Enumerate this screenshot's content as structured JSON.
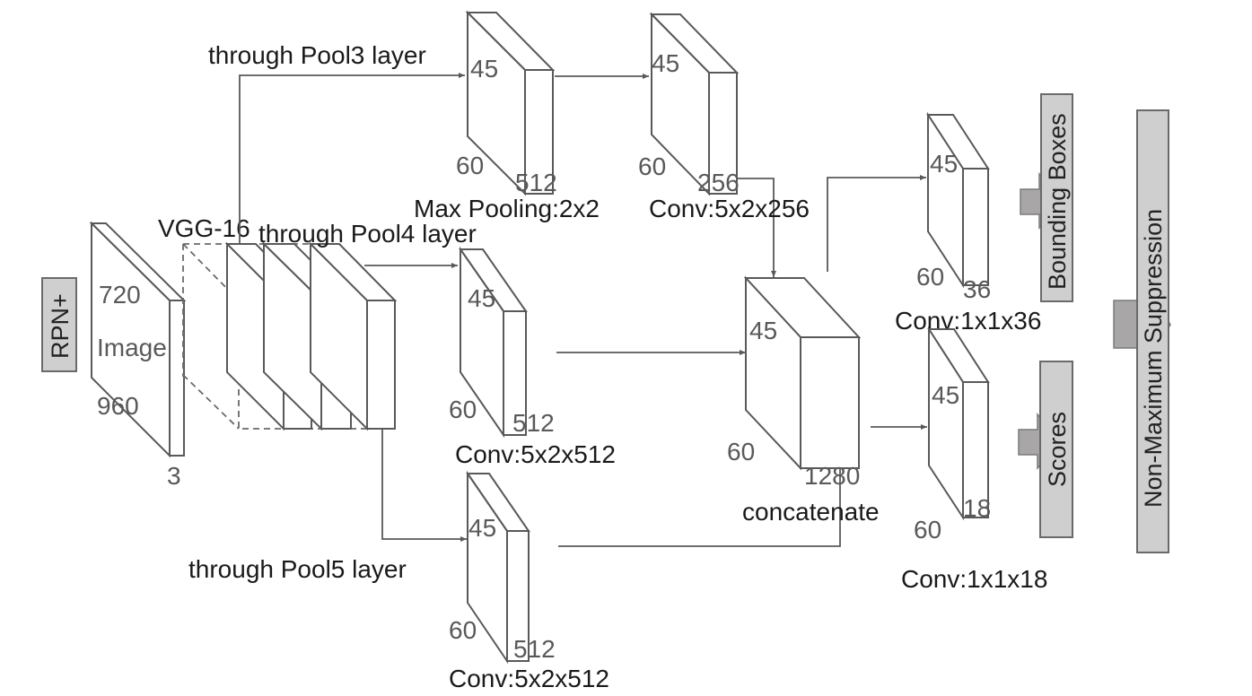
{
  "diagram": {
    "title_label": "RPN+",
    "input": {
      "label": "Image",
      "height": "720",
      "width": "960",
      "channels": "3"
    },
    "backbone_label": "VGG-16",
    "branches": {
      "pool3": {
        "label": "through Pool3 layer"
      },
      "pool4": {
        "label": "through Pool4 layer"
      },
      "pool5": {
        "label": "through Pool5 layer"
      }
    },
    "blocks": {
      "pool3_maxpool": {
        "h": "45",
        "w": "60",
        "c": "512",
        "caption": "Max Pooling:2x2"
      },
      "pool3_conv": {
        "h": "45",
        "w": "60",
        "c": "256",
        "caption": "Conv:5x2x256"
      },
      "pool4_conv": {
        "h": "45",
        "w": "60",
        "c": "512",
        "caption": "Conv:5x2x512"
      },
      "pool5_conv": {
        "h": "45",
        "w": "60",
        "c": "512",
        "caption": "Conv:5x2x512"
      },
      "concat": {
        "h": "45",
        "w": "60",
        "c": "1280",
        "caption": "concatenate"
      },
      "bbox_conv": {
        "h": "45",
        "w": "60",
        "c": "36",
        "caption": "Conv:1x1x36"
      },
      "score_conv": {
        "h": "45",
        "w": "60",
        "c": "18",
        "caption": "Conv:1x1x18"
      }
    },
    "outputs": {
      "bounding_boxes": "Bounding Boxes",
      "scores": "Scores",
      "nms": "Non-Maximum Suppression"
    },
    "colors": {
      "line": "#595959",
      "label_box": "#d0cfcf",
      "arrow": "#a8a6a6"
    }
  }
}
